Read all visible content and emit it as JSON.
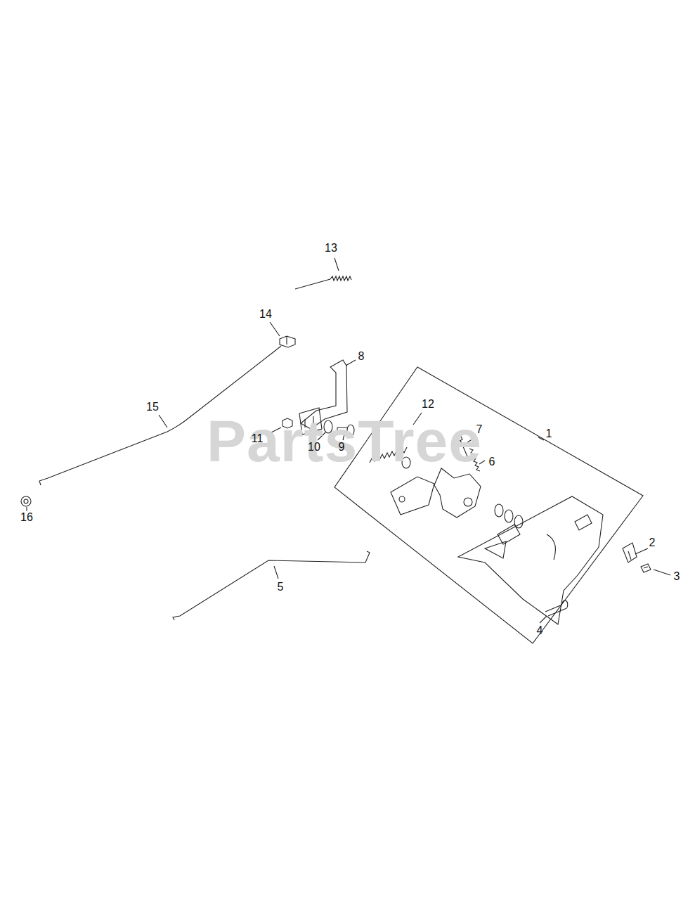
{
  "diagram": {
    "labels": [
      "PartsTree",
      "13",
      "14",
      "8",
      "15",
      "12",
      "7",
      "1",
      "11",
      "10",
      "9",
      "6",
      "16",
      "2",
      "3",
      "5",
      "4"
    ]
  }
}
